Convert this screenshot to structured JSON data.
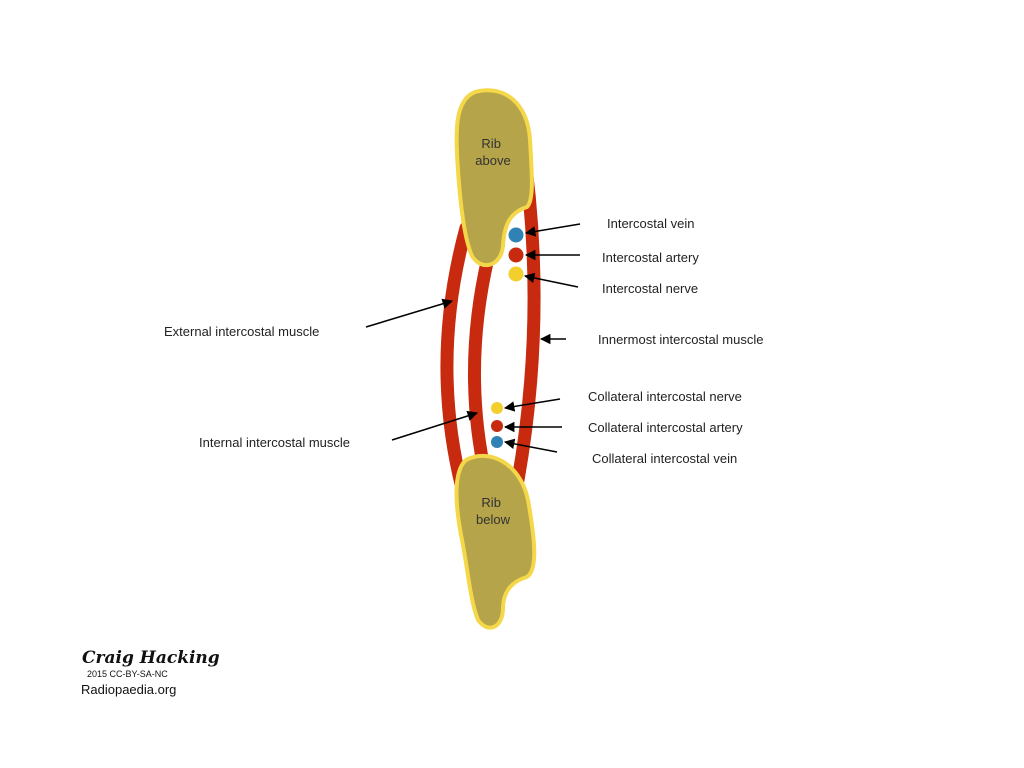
{
  "ribs": {
    "above": [
      "Rib",
      "above"
    ],
    "below": [
      "Rib",
      "below"
    ]
  },
  "labels": {
    "intercostal_vein": "Intercostal vein",
    "intercostal_artery": "Intercostal artery",
    "intercostal_nerve": "Intercostal nerve",
    "external_intercostal_muscle": "External intercostal muscle",
    "innermost_intercostal_muscle": "Innermost intercostal muscle",
    "collateral_intercostal_nerve": "Collateral intercostal nerve",
    "collateral_intercostal_artery": "Collateral intercostal artery",
    "collateral_intercostal_vein": "Collateral intercostal vein",
    "internal_intercostal_muscle": "Internal intercostal muscle"
  },
  "credit": {
    "author": "Craig Hacking",
    "license": "2015 CC-BY-SA-NC",
    "site": "Radiopaedia.org"
  },
  "colors": {
    "muscle": "#c72a0e",
    "bone": "#b5a44a",
    "bone_outline": "#f5d84a",
    "vein": "#2f82b4",
    "artery": "#c72a0e",
    "nerve": "#f2cf2c"
  }
}
